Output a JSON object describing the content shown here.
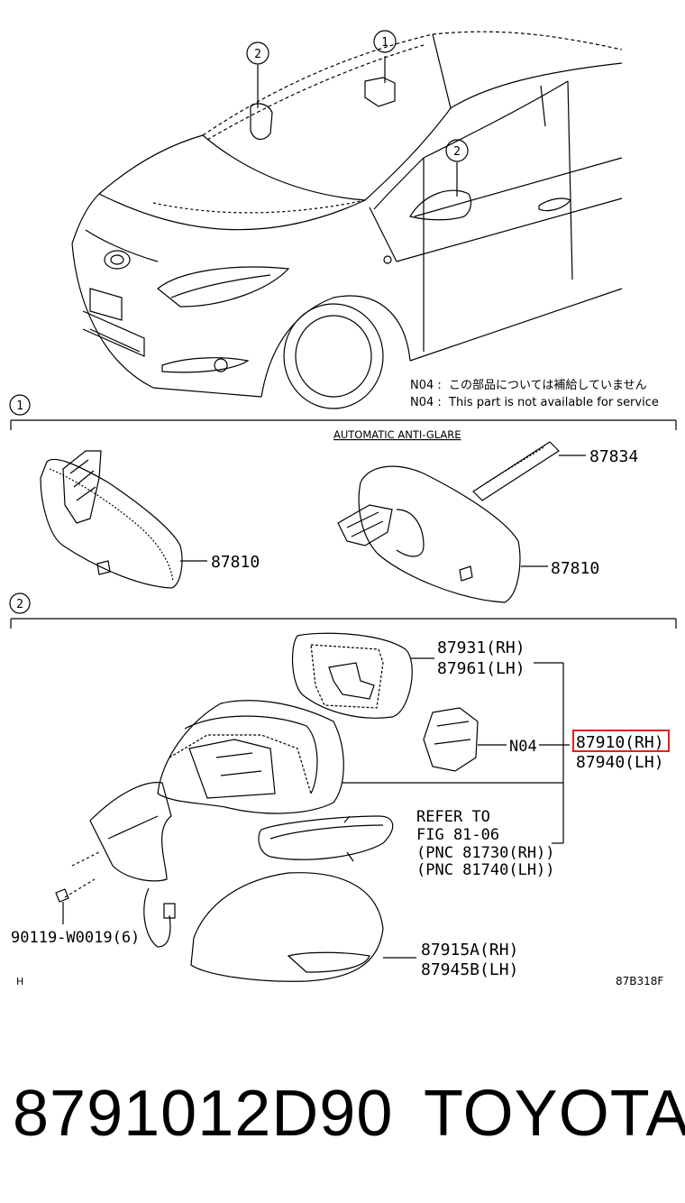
{
  "callouts": {
    "c1": "1",
    "c2a": "2",
    "c2b": "2",
    "sec1": "1",
    "sec2": "2"
  },
  "notes": {
    "jp": "N04 :  この部品については補給していません",
    "en": "N04 :  This part is not available for service"
  },
  "section1": {
    "subtitle": "AUTOMATIC ANTI-GLARE",
    "part_87834": "87834",
    "part_87810_left": "87810",
    "part_87810_right": "87810"
  },
  "section2": {
    "p87931": "87931(RH)",
    "p87961": "87961(LH)",
    "n04": "N04",
    "p87910": "87910(RH)",
    "p87940": "87940(LH)",
    "refer1": "REFER TO",
    "refer2": "FIG 81-06",
    "refer3": "(PNC 81730(RH))",
    "refer4": "(PNC 81740(LH))",
    "bolt": "90119-W0019(6)",
    "p87915a": "87915A(RH)",
    "p87945b": "87945B(LH)",
    "corner_h": "H",
    "fig_code": "87B318F"
  },
  "highlight_color": "#e02020",
  "footer": {
    "part_number": "8791012D90",
    "brand": "TOYOTA"
  }
}
